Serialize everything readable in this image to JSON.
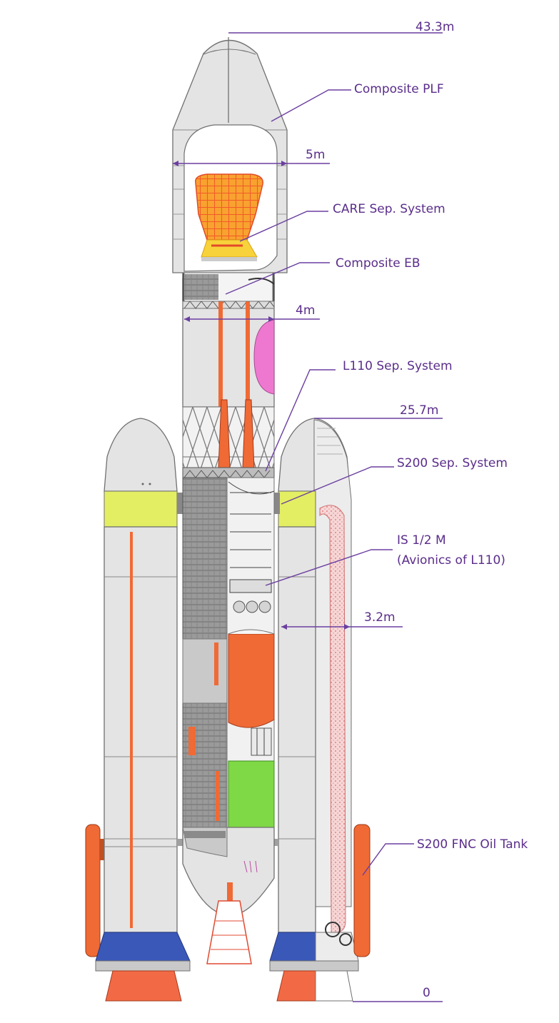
{
  "dimensions": {
    "overall_height": "43.3m",
    "core_top_height": "25.7m",
    "base": "0",
    "plf_diameter": "5m",
    "core_diameter": "4m",
    "booster_diameter": "3.2m"
  },
  "callouts": {
    "plf": "Composite PLF",
    "care": "CARE Sep. System",
    "eb": "Composite EB",
    "l110_sep": "L110 Sep. System",
    "s200_sep": "S200 Sep. System",
    "is_line1": "IS 1/2 M",
    "is_line2": "(Avionics of L110)",
    "oil_tank": "S200 FNC Oil Tank"
  },
  "colors": {
    "body": "#e4e4e4",
    "outline": "#707070",
    "orange": "#f06a35",
    "yellow_green": "#e3ee63",
    "blue": "#3a58b8",
    "green": "#7fd845",
    "pink": "#ee78cf",
    "leader": "#6b3fa0",
    "text": "#5a2d8a"
  }
}
